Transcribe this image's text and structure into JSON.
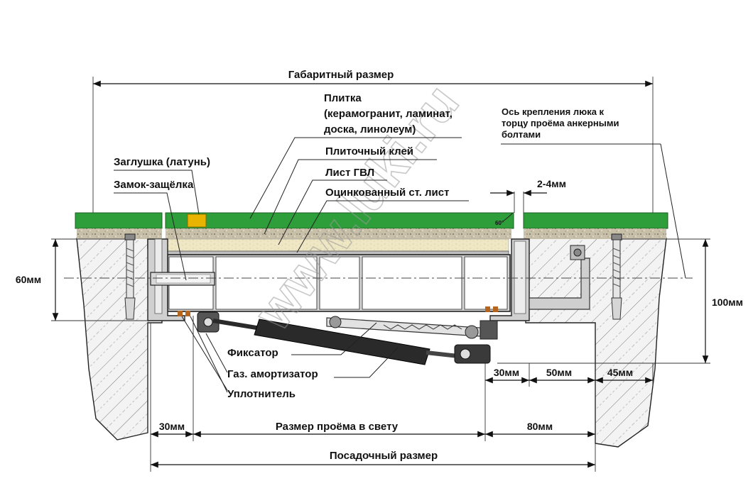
{
  "labels": {
    "overall": "Габаритный размер",
    "tile": "Плитка",
    "tile_detail_1": "(керамогранит, ламинат,",
    "tile_detail_2": "доска, линолеум)",
    "adhesive": "Плиточный клей",
    "gvl": "Лист ГВЛ",
    "steel": "Оцинкованный ст. лист",
    "plug": "Заглушка (латунь)",
    "lock": "Замок-защёлка",
    "axis_1": "Ось крепления люка к",
    "axis_2": "торцу проёма анкерными",
    "axis_3": "болтами",
    "gap": "2-4мм",
    "angle": "60°",
    "h60": "60мм",
    "h100": "100мм",
    "fixator": "Фиксатор",
    "gas_spring": "Газ. амортизатор",
    "seal": "Уплотнитель",
    "w30_right": "30мм",
    "w50": "50мм",
    "w45": "45мм",
    "w30_left": "30мм",
    "opening": "Размер проёма в свету",
    "w80": "80мм",
    "seating": "Посадочный размер",
    "watermark": "www.luki.ru"
  },
  "colors": {
    "tile_green": "#2e9e3a",
    "adhesive_speckle": "#c8bfa8",
    "gvl_cream": "#efe6c4",
    "frame_grey": "#d6d6d6",
    "seal_copper": "#b5651d",
    "plug_brass": "#e8b400",
    "damper_dark": "#2a2a2a"
  }
}
